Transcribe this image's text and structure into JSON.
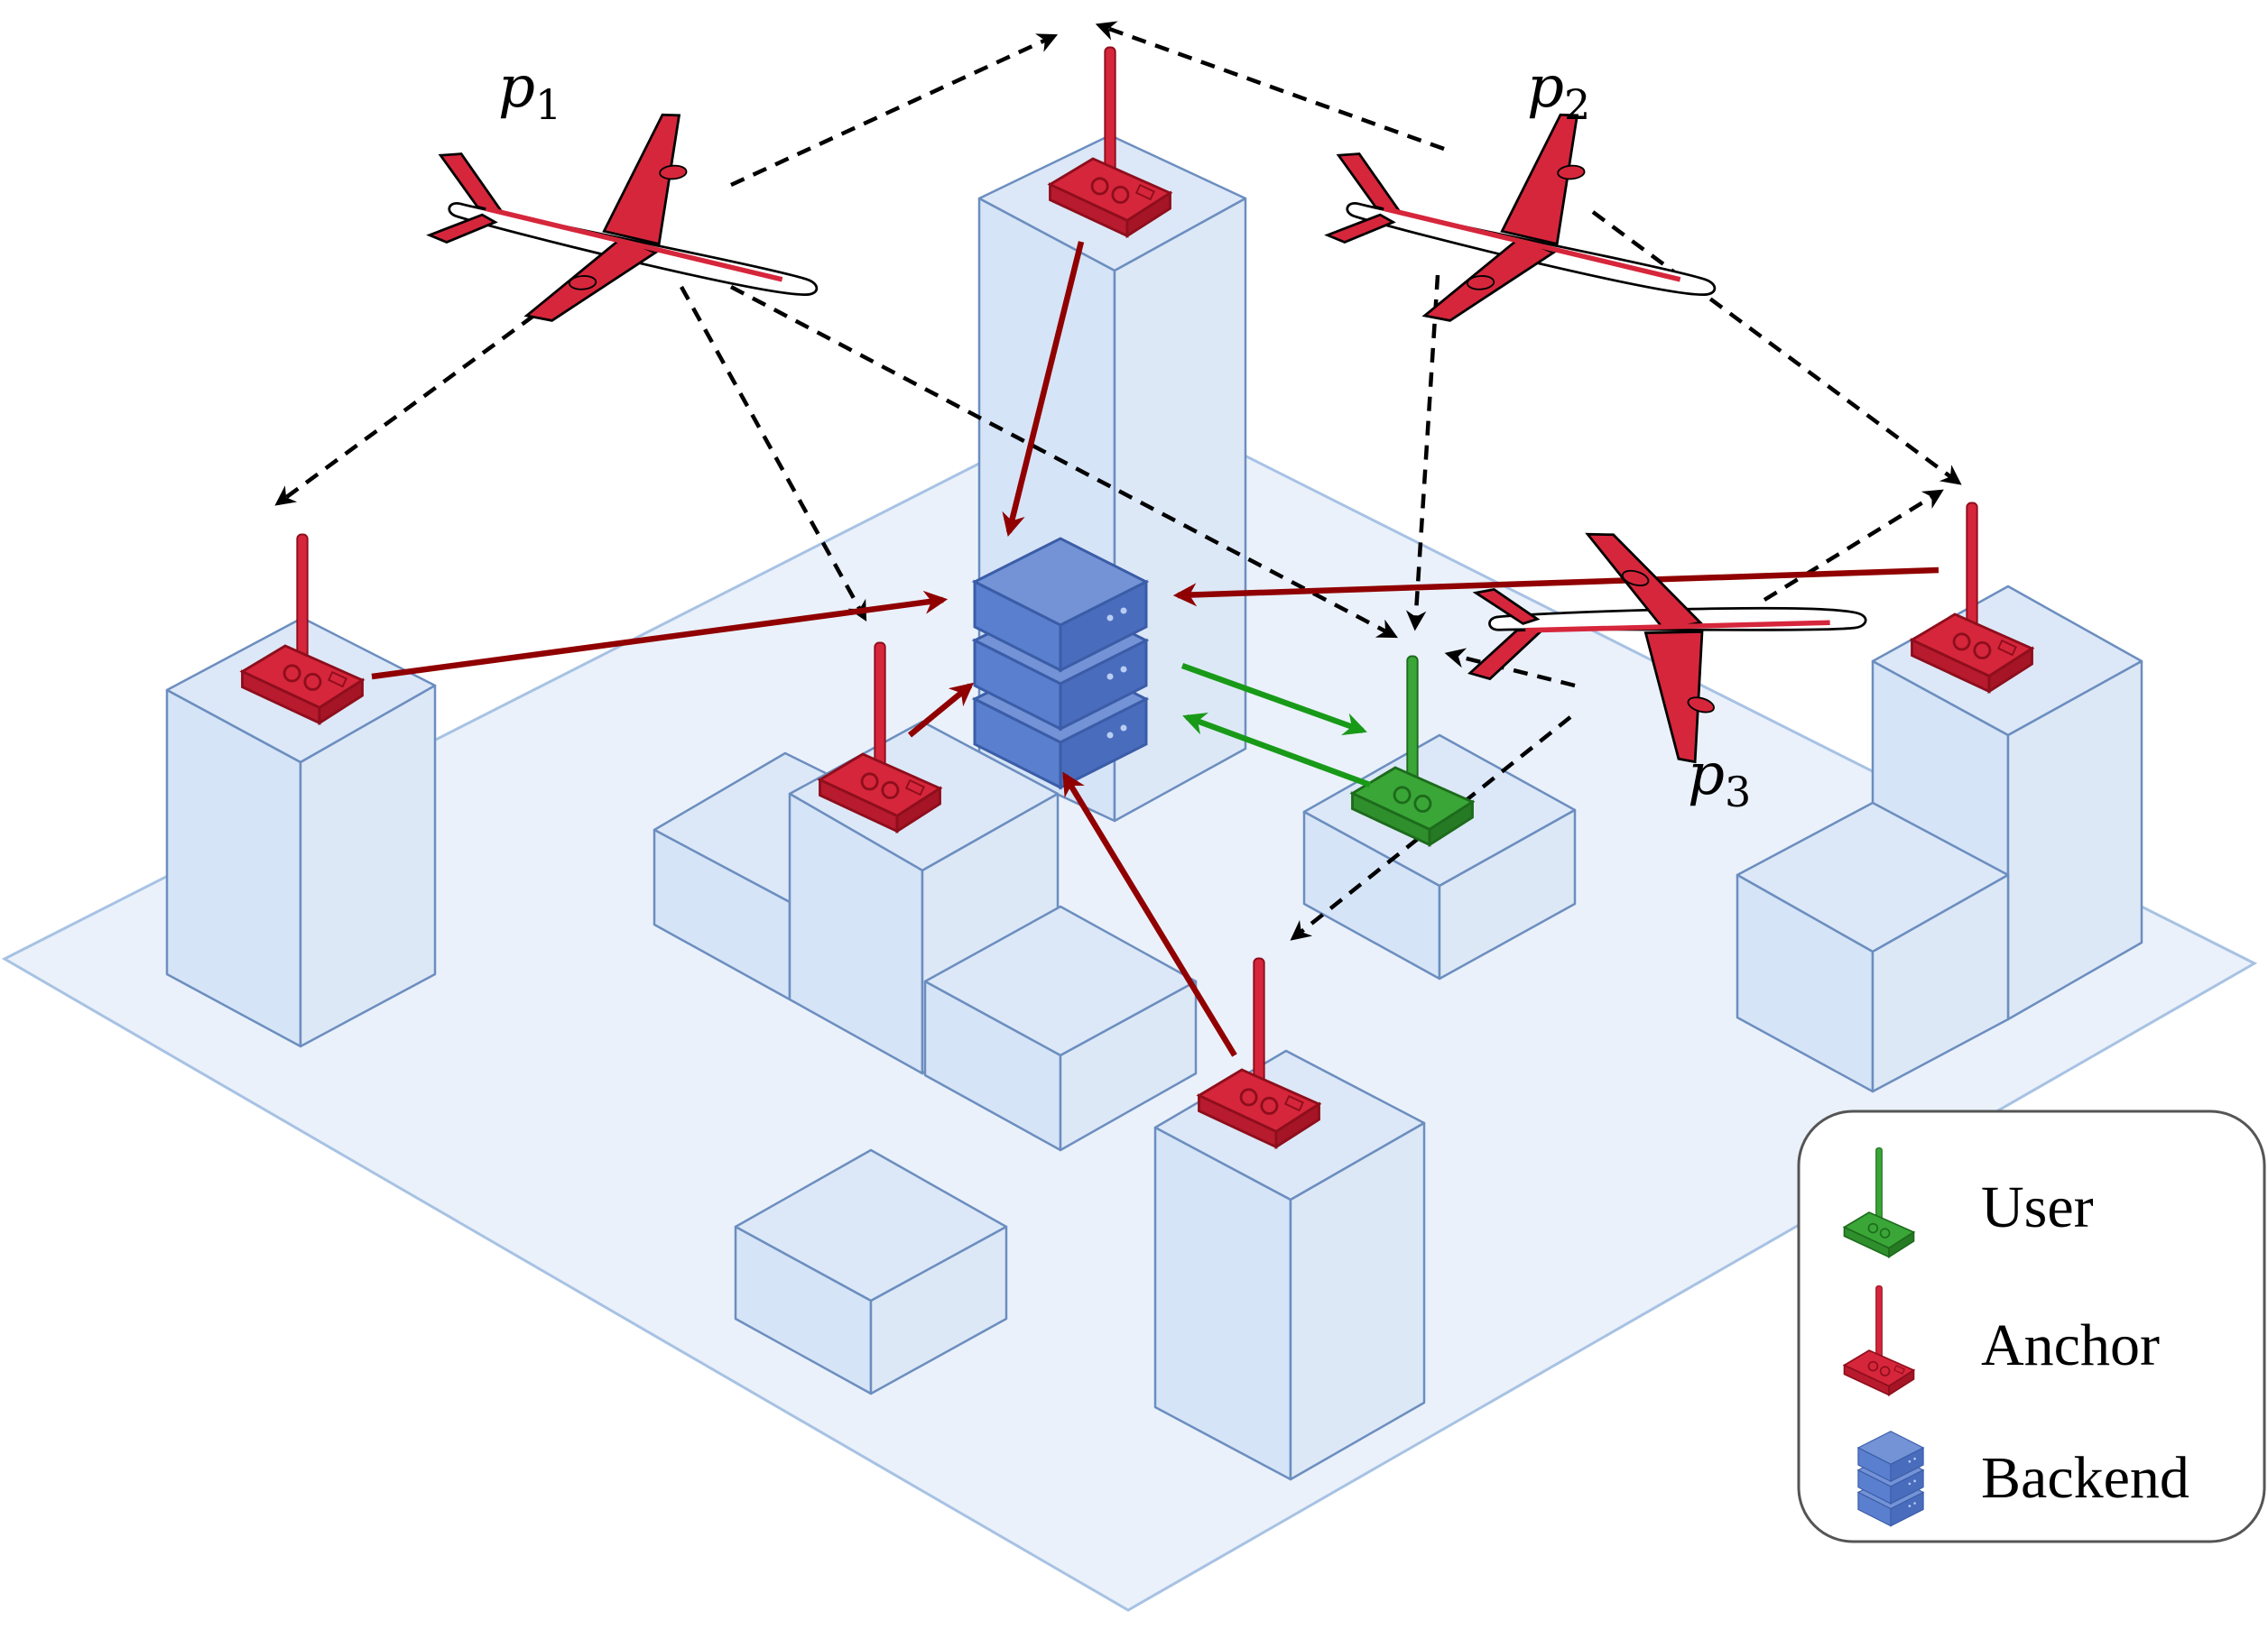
{
  "aircraft": [
    {
      "id": "p1",
      "label_base": "p",
      "label_sub": "1"
    },
    {
      "id": "p2",
      "label_base": "p",
      "label_sub": "2"
    },
    {
      "id": "p3",
      "label_base": "p",
      "label_sub": "3"
    }
  ],
  "legend": {
    "user": "User",
    "anchor": "Anchor",
    "backend": "Backend"
  },
  "colors": {
    "ground": "#eaf1fb",
    "ground_stroke": "#a7c2e3",
    "building_top": "#dce8f8",
    "building_front": "#d6e4f7",
    "building_side": "#dde8f7",
    "building_stroke": "#6c8ebf",
    "anchor": "#d6263b",
    "anchor_dark": "#8e0e1c",
    "user": "#3aa637",
    "user_dark": "#1d6b1c",
    "backend": "#5a7fcf",
    "backend_dark": "#3b5da8",
    "uplink_arrow": "#900000",
    "user_arrow": "#189a18",
    "signal_arrow": "#000000"
  },
  "icons": {
    "anchor": "antenna-device-icon",
    "user": "antenna-device-icon",
    "backend": "server-stack-icon",
    "aircraft": "airplane-icon"
  }
}
